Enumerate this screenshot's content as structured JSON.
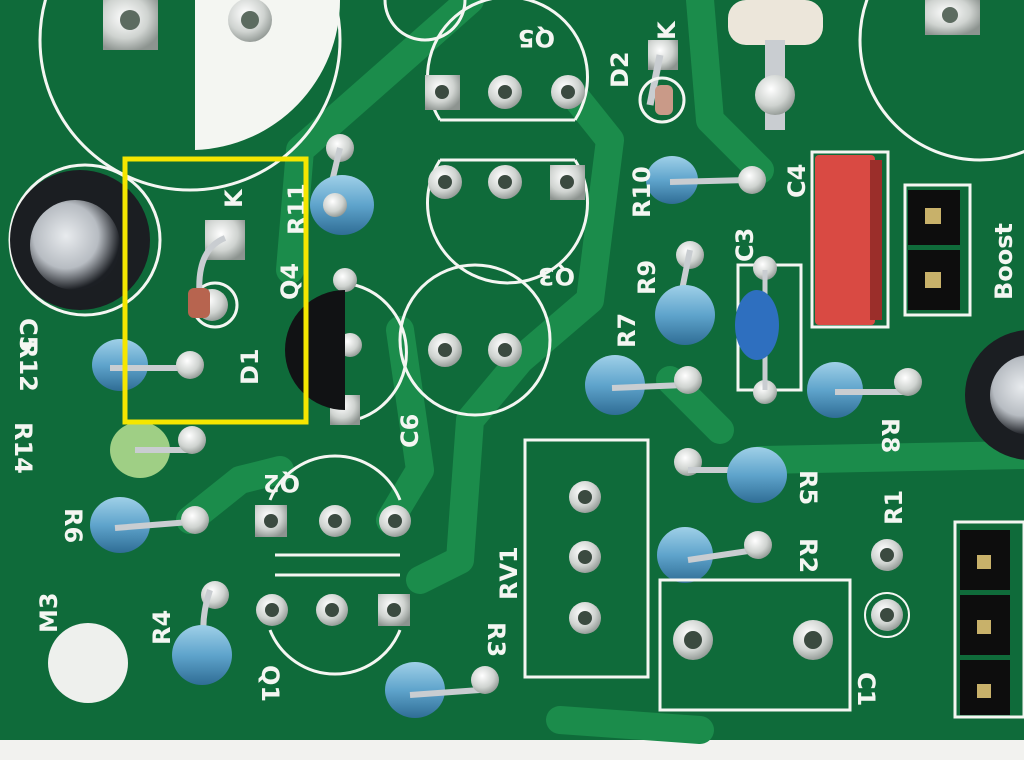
{
  "labels": {
    "k_top": "K",
    "q5": "Q5",
    "d2": "D2",
    "r11": "R11",
    "k_mid": "K",
    "q4": "Q4",
    "d1": "D1",
    "q3": "Q3",
    "r10": "R10",
    "c4": "C4",
    "c3": "C3",
    "boost": "Boost",
    "r9": "R9",
    "c5": "C5",
    "r12": "R12",
    "r7": "R7",
    "r8": "R8",
    "c6": "C6",
    "r14": "R14",
    "q2": "Q2",
    "r5": "R5",
    "r6": "R6",
    "rv1": "RV1",
    "r1": "R1",
    "r2": "R2",
    "m3": "M3",
    "r4": "R4",
    "r3": "R3",
    "q1": "Q1",
    "c1": "C1"
  },
  "colors": {
    "board": "#0f6b3a",
    "trace": "#1a8a4a",
    "silkscreen": "#f4f6f2",
    "highlight_box": "#f5e600"
  }
}
